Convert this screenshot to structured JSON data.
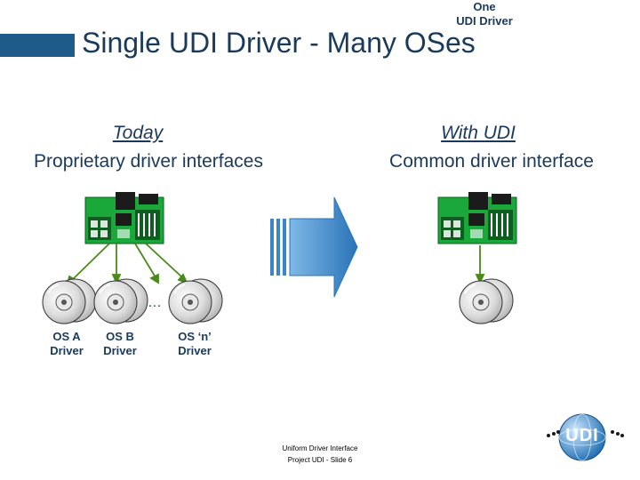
{
  "slide": {
    "title": "Single UDI Driver - Many OSes"
  },
  "left": {
    "heading": "Today",
    "subheading": "Proprietary driver interfaces",
    "ellipsis": "…",
    "drivers": [
      {
        "line1": "OS A",
        "line2": "Driver"
      },
      {
        "line1": "OS B",
        "line2": "Driver"
      },
      {
        "line1": "OS ‘n’",
        "line2": "Driver"
      }
    ]
  },
  "right": {
    "heading": "With UDI",
    "subheading": "Common driver interface",
    "driver": {
      "line1": "One",
      "line2": "UDI Driver"
    }
  },
  "footer": {
    "line1": "Uniform Driver Interface",
    "line2": "Project UDI - Slide 6"
  },
  "logo": {
    "text": "UDI"
  },
  "colors": {
    "title": "#1a3a5c",
    "accent_bar": "#1e5a8a",
    "arrow": "#3a86c8",
    "connector": "#4a8a1a",
    "board": "#1aa83a"
  }
}
